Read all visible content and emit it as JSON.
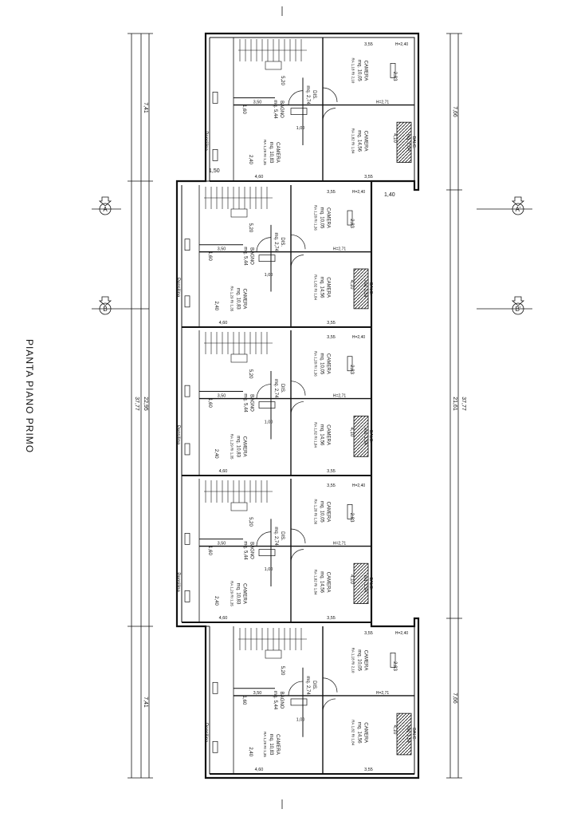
{
  "drawing": {
    "title": "PIANTA PIANO PRIMO"
  },
  "dimensions": {
    "overall_left": "37,77",
    "overall_right": "37,77",
    "middle_left": "22,95",
    "middle_right": "21,61",
    "end_left_top": "7,41",
    "end_left_bottom": "7,41",
    "end_right_top": "7,66",
    "end_right_bottom": "7,66",
    "wall_small": "1,50",
    "wall_small_right": "1,40"
  },
  "sections": {
    "a_left": "A",
    "a_right": "A'",
    "b_left": "B",
    "b_right": "B'"
  },
  "units": [
    {
      "camera_top": "CAMERA",
      "camera_top_area": "mq. 10,05",
      "camera_top_ra": "RA 1,18 RI 2,10",
      "camera_bottom": "CAMERA",
      "camera_bottom_area": "mq. 14,56",
      "camera_bottom_ra": "RA 1,82 RI 1,84",
      "camera_left": "CAMERA",
      "camera_left_area": "mq. 10,83",
      "camera_left_ra": "RA 1,29 RI 1,35",
      "bagno": "BAGNO",
      "bagno_area": "mq. 5,44",
      "dis": "DIS.",
      "dis_area": "mq. 2,74",
      "balc": "BALC.",
      "balc_area": "mq. 1,54",
      "pensilina": "Pensilina",
      "dim_355_top": "3,55",
      "dim_355_bot": "3,55",
      "dim_350": "3,50",
      "dim_460": "4,60",
      "dim_520": "5,20",
      "dim_240": "2,40",
      "dim_410": "4,10",
      "dim_283": "2,83",
      "dim_160": "1,60",
      "dim_100": "1,00",
      "h_240": "H=2,40",
      "h_271": "H=2,71"
    },
    {
      "camera_top": "CAMERA",
      "camera_top_area": "mq. 10,05",
      "camera_top_ra": "RA 1,28 RI 1,36",
      "camera_bottom": "CAMERA",
      "camera_bottom_area": "mq. 14,56",
      "camera_bottom_ra": "RA 1,82 RI 1,84",
      "camera_left": "CAMERA",
      "camera_left_area": "mq. 10,83",
      "camera_left_ra": "RA 1,29 RI 1,35",
      "bagno": "BAGNO",
      "bagno_area": "mq. 5,44",
      "dis": "DIS.",
      "dis_area": "mq. 2,74",
      "balc": "BALC.",
      "balc_area": "mq. 1,54",
      "pensilina": "Pensilina",
      "dim_355_top": "3,55",
      "dim_355_bot": "3,55",
      "dim_350": "3,50",
      "dim_460": "4,60",
      "dim_520": "5,20",
      "dim_240": "2,40",
      "dim_410": "4,10",
      "dim_283": "2,83",
      "dim_160": "1,60",
      "dim_100": "1,00",
      "h_240": "H=2,40",
      "h_271": "H=2,71"
    },
    {
      "camera_top": "CAMERA",
      "camera_top_area": "mq. 10,05",
      "camera_top_ra": "RA 1,28 RI 1,36",
      "camera_bottom": "CAMERA",
      "camera_bottom_area": "mq. 14,56",
      "camera_bottom_ra": "RA 1,82 RI 1,84",
      "camera_left": "CAMERA",
      "camera_left_area": "mq. 10,83",
      "camera_left_ra": "RA 1,29 RI 1,35",
      "bagno": "BAGNO",
      "bagno_area": "mq. 5,44",
      "dis": "DIS.",
      "dis_area": "mq. 2,74",
      "balc": "BALC.",
      "balc_area": "mq. 1,54",
      "pensilina": "Pensilina",
      "dim_355_top": "3,55",
      "dim_355_bot": "3,55",
      "dim_350": "3,50",
      "dim_460": "4,60",
      "dim_520": "5,20",
      "dim_240": "2,40",
      "dim_410": "4,10",
      "dim_283": "2,83",
      "dim_160": "1,60",
      "dim_100": "1,00",
      "h_240": "H=2,40",
      "h_271": "H=2,71"
    },
    {
      "camera_top": "CAMERA",
      "camera_top_area": "mq. 10,05",
      "camera_top_ra": "RA 1,28 RI 1,36",
      "camera_bottom": "CAMERA",
      "camera_bottom_area": "mq. 14,56",
      "camera_bottom_ra": "RA 1,82 RI 1,84",
      "camera_left": "CAMERA",
      "camera_left_area": "mq. 10,83",
      "camera_left_ra": "RA 1,29 RI 1,35",
      "bagno": "BAGNO",
      "bagno_area": "mq. 5,44",
      "dis": "DIS.",
      "dis_area": "mq. 2,74",
      "balc": "BALC.",
      "balc_area": "mq. 1,54",
      "pensilina": "Pensilina",
      "dim_355_top": "3,55",
      "dim_355_bot": "3,55",
      "dim_350": "3,50",
      "dim_460": "4,60",
      "dim_520": "5,20",
      "dim_240": "2,40",
      "dim_410": "4,10",
      "dim_283": "2,83",
      "dim_160": "1,60",
      "dim_100": "1,00",
      "h_240": "H=2,40",
      "h_271": "H=2,71"
    },
    {
      "camera_top": "CAMERA",
      "camera_top_area": "mq. 10,05",
      "camera_top_ra": "RA 1,18 RI 2,10",
      "camera_bottom": "CAMERA",
      "camera_bottom_area": "mq. 14,56",
      "camera_bottom_ra": "RA 1,82 RI 1,84",
      "camera_left": "CAMERA",
      "camera_left_area": "mq. 10,83",
      "camera_left_ra": "RA 1,29 RI 1,35",
      "bagno": "BAGNO",
      "bagno_area": "mq. 5,44",
      "dis": "DIS.",
      "dis_area": "mq. 2,74",
      "balc": "BALC.",
      "balc_area": "mq. 1,54",
      "pensilina": "Pensilina",
      "dim_355_top": "3,55",
      "dim_355_bot": "3,55",
      "dim_350": "3,50",
      "dim_460": "4,60",
      "dim_520": "5,20",
      "dim_240": "2,40",
      "dim_410": "4,10",
      "dim_283": "2,83",
      "dim_160": "1,60",
      "dim_100": "1,00",
      "h_240": "H=2,40",
      "h_271": "H=2,71"
    }
  ]
}
